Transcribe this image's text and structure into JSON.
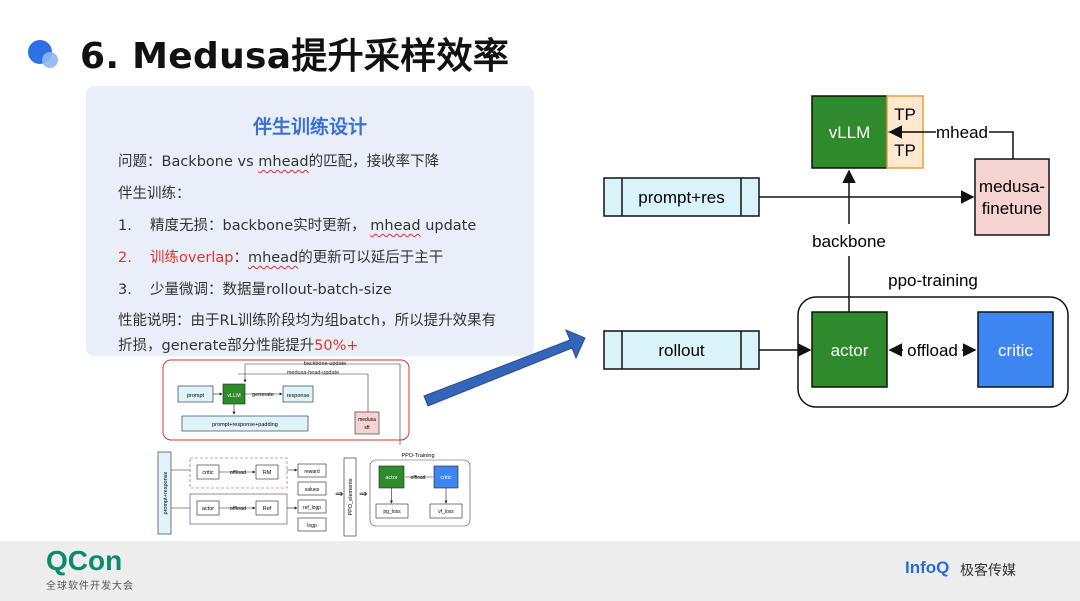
{
  "title": "6. Medusa提升采样效率",
  "panel": {
    "heading": "伴生训练设计",
    "line1_prefix": "问题：Backbone vs ",
    "line1_mhead": "mhead",
    "line1_suffix": "的匹配，接收率下降",
    "line2": "伴生训练：",
    "item1_num": "1.",
    "item1_prefix": "精度无损：backbone实时更新， ",
    "item1_mhead": "mhead",
    "item1_suffix": " update",
    "item2_num": "2.",
    "item2_red": "训练overlap",
    "item2_sep": "：",
    "item2_mhead": "mhead",
    "item2_suffix": "的更新可以延后于主干",
    "item3_num": "3.",
    "item3_text": "少量微调：数据量rollout-batch-size",
    "perf_line1": "性能说明：由于RL训练阶段均为组batch，所以提升效果有",
    "perf_line2_prefix": "折损，generate部分性能提升",
    "perf_line2_red": "50%+"
  },
  "diagram": {
    "vllm": "vLLM",
    "tp1": "TP",
    "tp2": "TP",
    "mhead": "mhead",
    "medusa_line1": "medusa-",
    "medusa_line2": "finetune",
    "prompt_res": "prompt+res",
    "backbone": "backbone",
    "ppo_training": "ppo-training",
    "rollout": "rollout",
    "actor": "actor",
    "offload": "offload",
    "critic": "critic"
  },
  "mini": {
    "backbone_update": "backbone-update",
    "medusa_head_update": "medusa-head-update",
    "prompt": "prompt",
    "vllm": "vLLM",
    "generate": "generate",
    "response": "response",
    "prompt_response_padding": "prompt+response+padding",
    "medusa_sft_1": "medusa",
    "medusa_sft_2": "sft",
    "prompt_response_vertical": "prompt+response",
    "critic": "critic",
    "offload_1": "offload",
    "rm": "RM",
    "reward": "reward",
    "values": "values",
    "actor": "actor",
    "offload_2": "offload",
    "ref": "Ref",
    "ref_logp": "ref_logp",
    "logp": "logp",
    "ppo_elements": "PPO_elements",
    "ppo_training": "PPO-Training",
    "ppo_actor": "actor",
    "ppo_offload": "offload",
    "ppo_critic": "critic",
    "pg_loss": "pg_loss",
    "vf_loss": "vf_loss"
  },
  "footer": {
    "qcon": "QCon",
    "qcon_sub": "全球软件开发大会",
    "infoq": "InfoQ",
    "infoq_sub": "极客传媒"
  },
  "colors": {
    "accent_blue": "#3a72d4",
    "highlight_red": "#e0332b",
    "vllm_green": "#2e8a2a",
    "tp_orange": "#fde9cf",
    "medusa_pink": "#f5d3d0",
    "box_cyan": "#d9f3fb",
    "critic_blue": "#3d85f0"
  }
}
